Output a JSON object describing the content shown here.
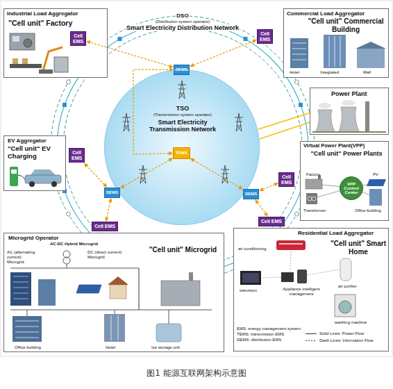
{
  "diagram": {
    "caption": "图1 能源互联网架构示意图",
    "nodes": [
      {
        "text": [
          "Industrial Load Aggregator",
          "\"Cell unit\" Factory"
        ]
      },
      {
        "text": [
          "Cell EMS"
        ],
        "in": 0
      },
      {
        "text": [
          "Cell EMS"
        ]
      },
      {
        "text": [
          "Commercial Load Aggregator",
          "\"Cell unit\" Commercial Building",
          "Hotel",
          "Integrated",
          "Mall"
        ]
      },
      {
        "text": [
          "DEMS"
        ]
      },
      {
        "text": [
          "TSO",
          "(Transmission system operator)",
          "Smart Electricity Transmission Network"
        ]
      },
      {
        "text": [
          "TEMS"
        ],
        "in": 5
      },
      {
        "text": [
          "Power Plant"
        ]
      },
      {
        "text": [
          "EV Aggregator",
          "\"Cell unit\" EV Charging"
        ]
      },
      {
        "text": [
          "Cell EMS"
        ]
      },
      {
        "text": [
          "DEMS"
        ]
      },
      {
        "text": [
          "DEMS"
        ]
      },
      {
        "text": [
          "Cell EMS"
        ]
      },
      {
        "text": [
          "Virtual Power Plant(VPP)",
          "\"Cell unit\" Power Plants",
          "Factory",
          "PV",
          "Office building",
          "Transformer"
        ]
      },
      {
        "text": [
          "VPP Control Center"
        ],
        "in": 13
      },
      {
        "text": [
          "Cell EMS"
        ]
      },
      {
        "text": [
          "Cell EMS"
        ]
      },
      {
        "text": [
          "Microgrid Operator",
          "AC-DC Hybrid Microgrid",
          "AC (alternating current) Microgrid",
          "DC (direct current) Microgrid",
          "\"Cell unit\" Microgrid",
          "Office building",
          "Hotel",
          "Ice storage unit"
        ]
      },
      {
        "text": [
          "Residential Load Aggregator",
          "\"Cell unit\" Smart Home",
          "air conditioning",
          "television",
          "Appliance intelligent management",
          "air purifier",
          "washing machine"
        ]
      }
    ],
    "edges": [
      {
        "from": 6,
        "to": 4,
        "arrow": "both"
      },
      {
        "from": 6,
        "to": 10,
        "arrow": "both"
      },
      {
        "from": 6,
        "to": 11,
        "arrow": "both"
      },
      {
        "from": 4,
        "to": 1,
        "arrow": "both"
      },
      {
        "from": 4,
        "to": 2,
        "arrow": "both"
      },
      {
        "from": 10,
        "to": 9,
        "arrow": "both"
      },
      {
        "from": 10,
        "to": 15,
        "arrow": "both"
      },
      {
        "from": 11,
        "to": 12,
        "arrow": "both"
      },
      {
        "from": 11,
        "to": 16,
        "arrow": "both"
      }
    ],
    "labels": [
      "DSO",
      "(Distribution system operator)",
      "Smart Electricity Distribution Network",
      "EMS: energy management system",
      "TEMS: transmission EMS",
      "DEMS: distribution EMS"
    ],
    "legend": [
      {
        "text": "Solid Lines: Power Flow"
      },
      {
        "text": "Dash Lines: Information Flow"
      }
    ]
  }
}
